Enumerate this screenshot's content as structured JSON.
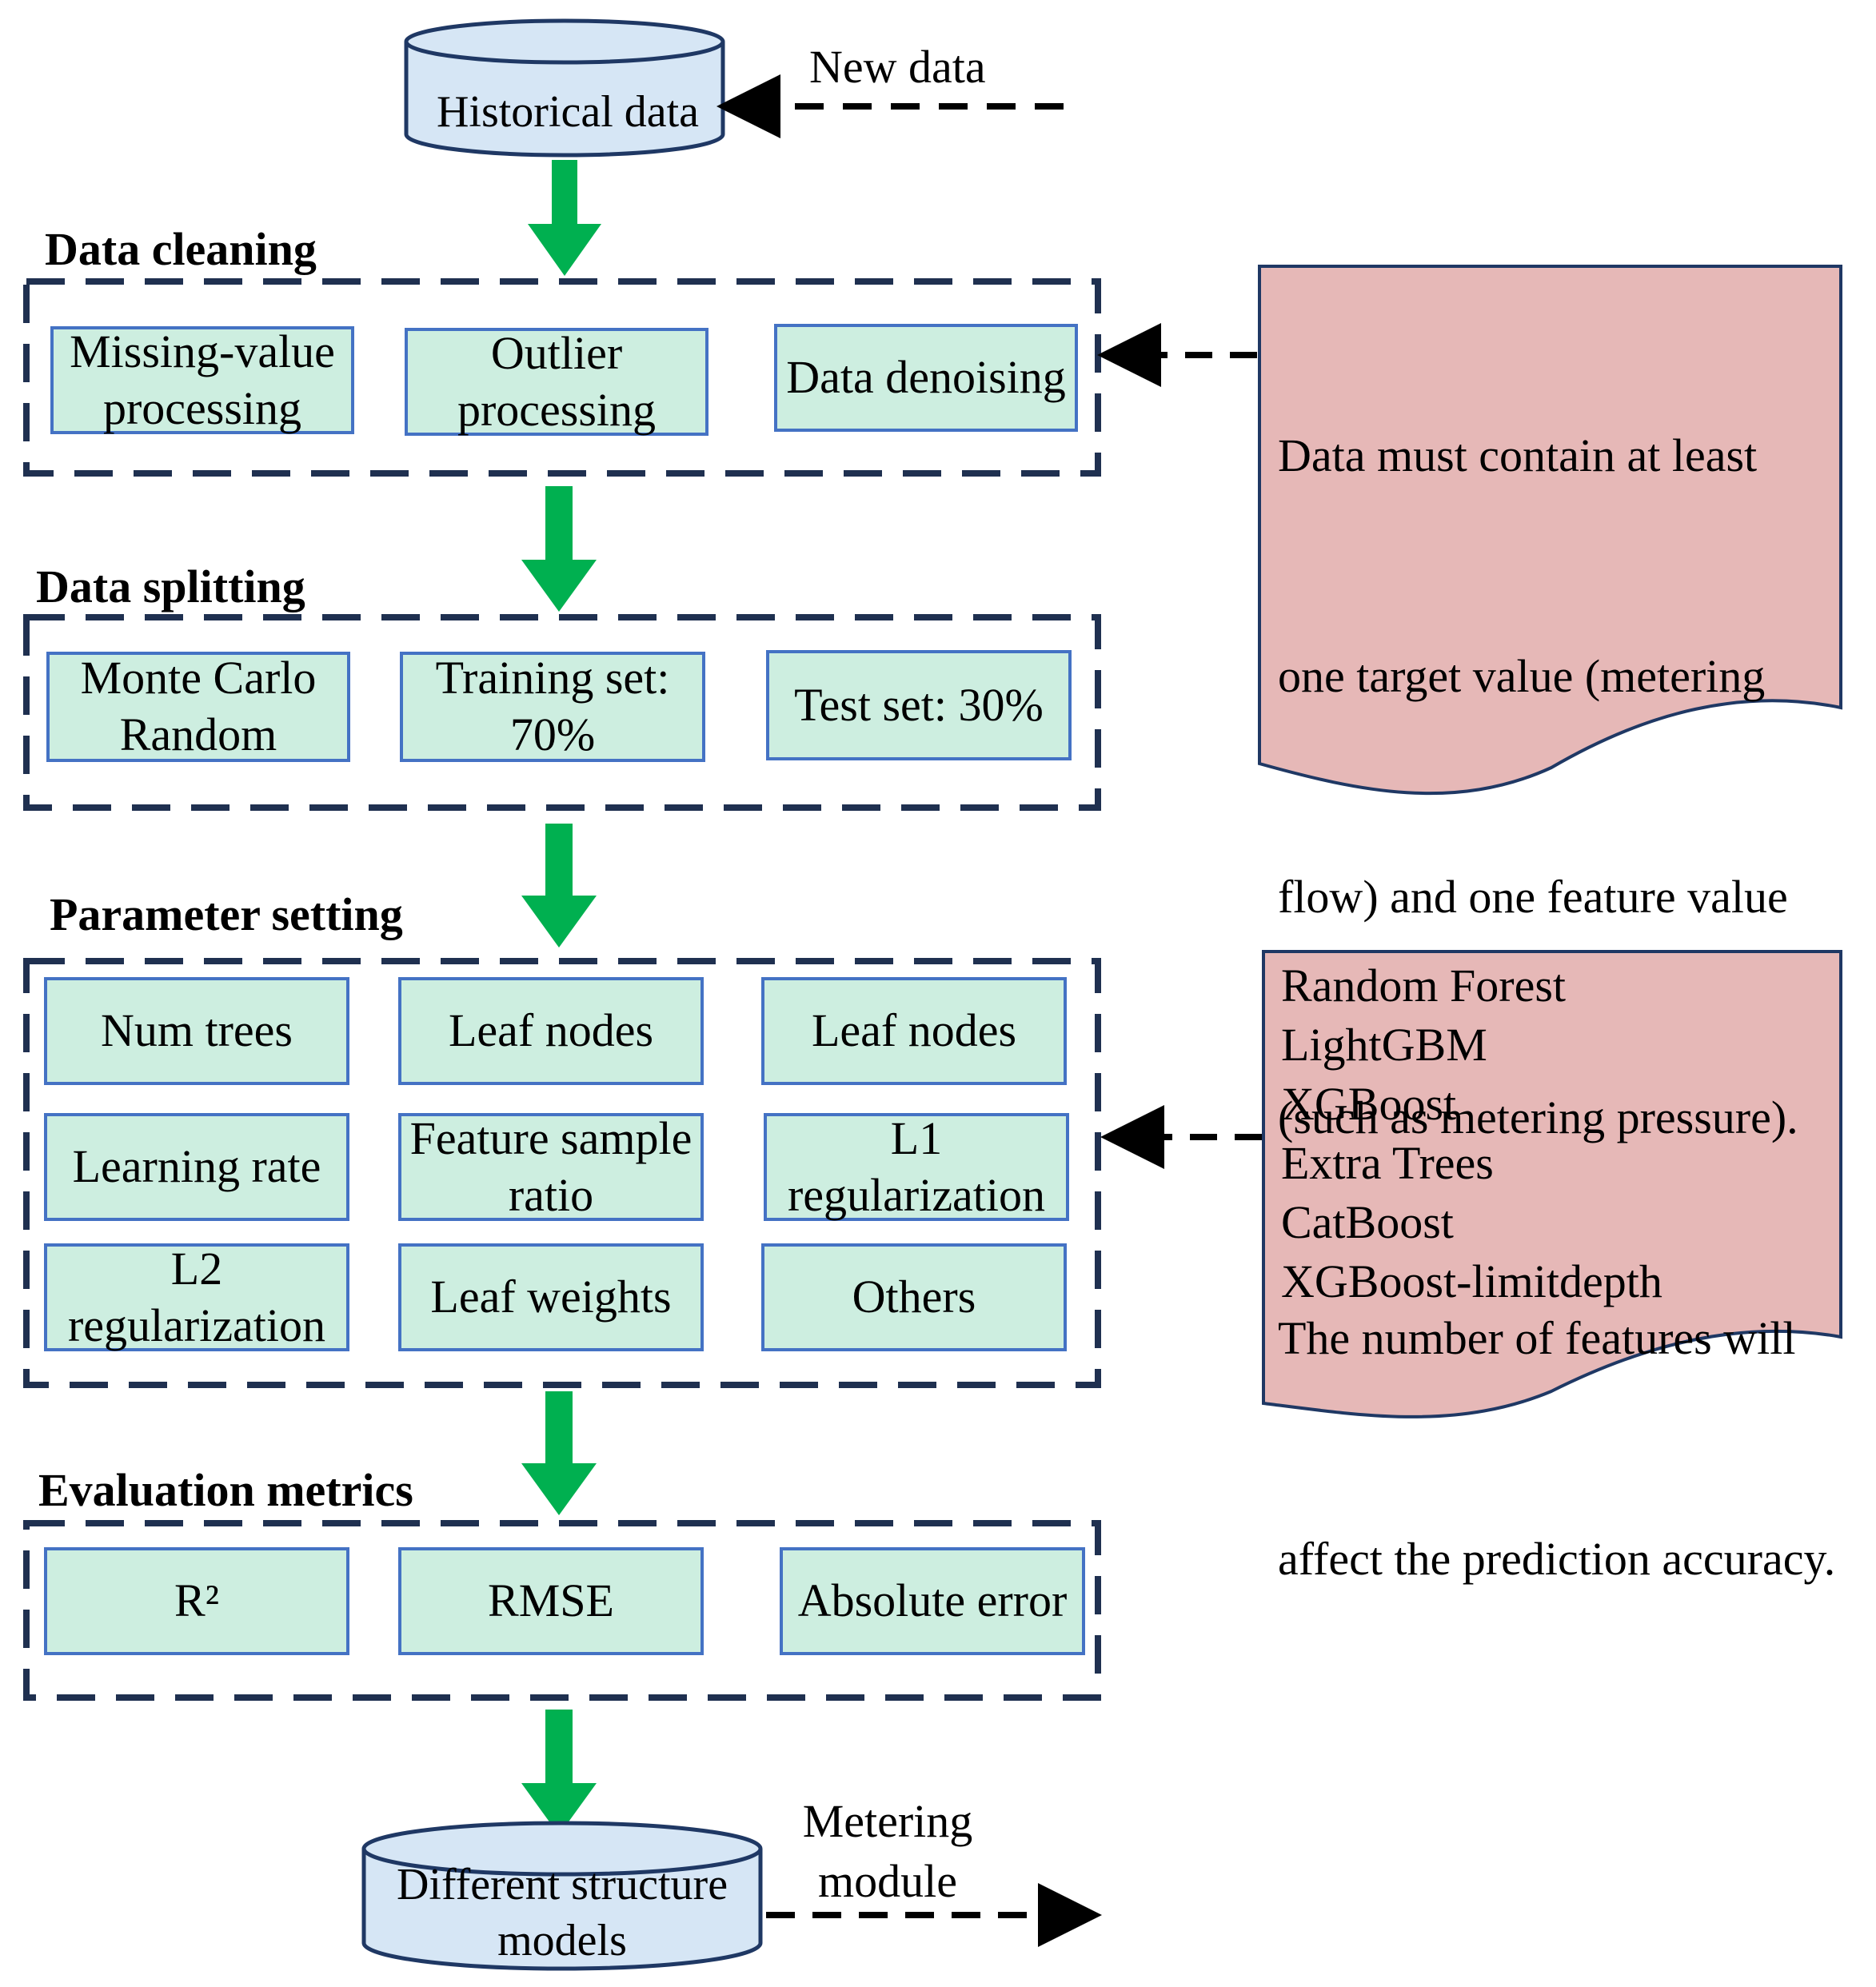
{
  "nodes": {
    "historical_data": "Historical data",
    "new_data": "New data",
    "different_models": "Different structure models",
    "metering_module": "Metering module"
  },
  "sections": [
    {
      "title": "Data cleaning",
      "boxes": [
        "Missing-value processing",
        "Outlier processing",
        "Data denoising"
      ]
    },
    {
      "title": "Data splitting",
      "boxes": [
        "Monte Carlo Random",
        "Training set: 70%",
        "Test set: 30%"
      ]
    },
    {
      "title": "Parameter setting",
      "boxes": [
        "Num trees",
        "Leaf nodes",
        "Leaf nodes",
        "Learning rate",
        "Feature sample ratio",
        "L1 regularization",
        "L2 regularization",
        "Leaf weights",
        "Others"
      ]
    },
    {
      "title": "Evaluation metrics",
      "boxes": [
        "R²",
        "RMSE",
        "Absolute error"
      ]
    }
  ],
  "data_note": "Data must contain at least one target value (metering flow) and one feature value (such as metering pressure). The number of features will affect the prediction accuracy.",
  "data_note_lines": [
    "Data must contain at least",
    "one target value (metering",
    "flow) and one feature value",
    "(such as metering pressure).",
    "The number of features will",
    "affect the prediction accuracy."
  ],
  "models_list": [
    "Random Forest",
    "LightGBM",
    "XGBoost",
    "Extra Trees",
    "CatBoost",
    "XGBoost-limitdepth"
  ],
  "colors": {
    "process_fill": "#cdeee0",
    "process_border": "#4472c4",
    "dashed_frame": "#1f3050",
    "arrow_green": "#00b050",
    "note_fill": "#e6b8b7",
    "note_border": "#1f3864",
    "cylinder_fill": "#d6e6f5",
    "cylinder_border": "#1f3864"
  }
}
